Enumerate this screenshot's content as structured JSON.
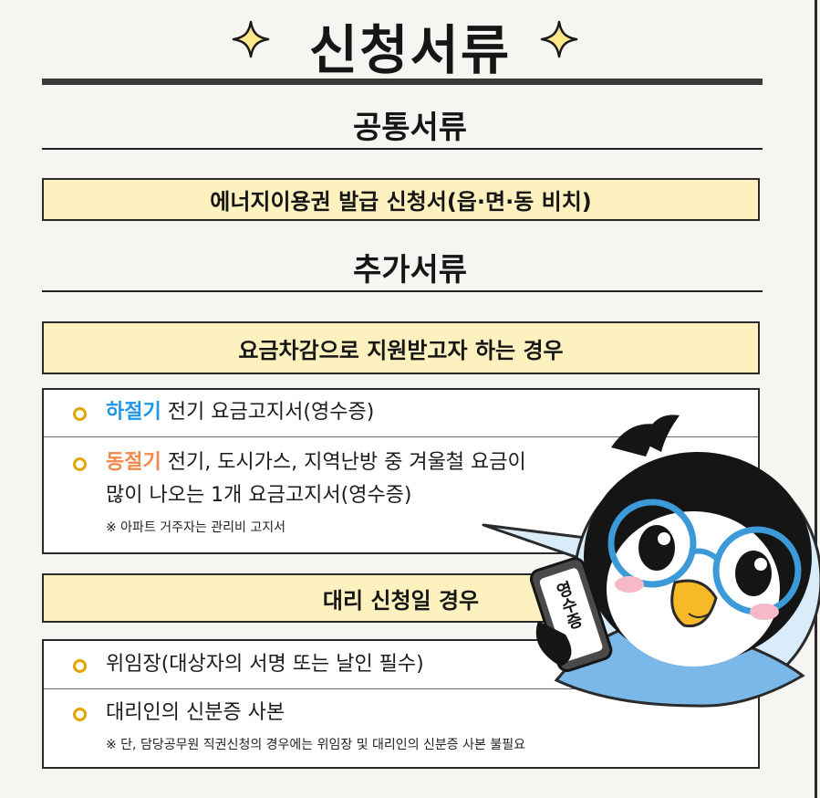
{
  "title": "신청서류",
  "common": {
    "heading": "공통서류",
    "form": "에너지이용권 발급 신청서(읍·면·동 비치)"
  },
  "additional": {
    "heading": "추가서류",
    "fee_case": {
      "label": "요금차감으로 지원받고자 하는 경우",
      "items": [
        {
          "highlight": "하절기",
          "text": " 전기 요금고지서(영수증)"
        },
        {
          "highlight": "동절기",
          "text": " 전기, 도시가스, 지역난방 중 겨울철 요금이",
          "text2": "많이 나오는 1개 요금고지서(영수증)",
          "note": "※ 아파트 거주자는 관리비 고지서"
        }
      ]
    },
    "proxy_case": {
      "label": "대리 신청일 경우",
      "items": [
        {
          "text": "위임장(대상자의 서명 또는 날인 필수)"
        },
        {
          "text": "대리인의 신분증 사본",
          "note": "※ 단, 담당공무원 직권신청의 경우에는 위임장 및 대리인의 신분증 사본 불필요"
        }
      ]
    }
  },
  "mascot": {
    "phone_label": "영수증"
  },
  "colors": {
    "yellow_box": "#fdf2bf",
    "bullet": "#e0a500",
    "summer": "#1f96e6",
    "winter": "#f2884a",
    "sparkle": "#ffe98a",
    "mascot_bg": "#d8ecfa"
  },
  "icons": [
    "sparkle-icon",
    "bullet-icon",
    "penguin-mascot"
  ]
}
